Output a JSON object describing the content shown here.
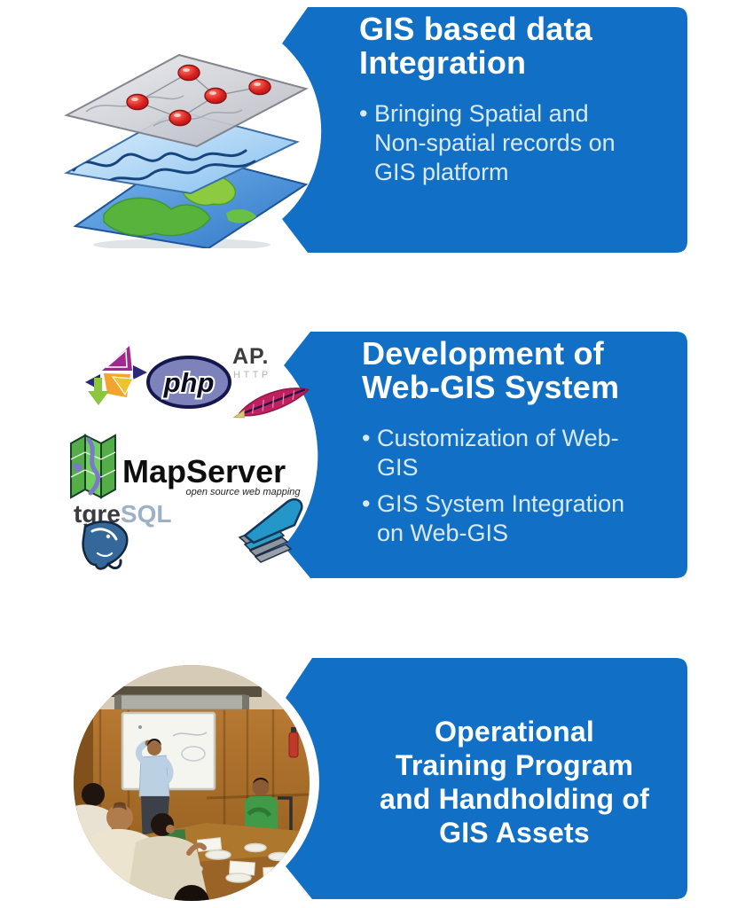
{
  "theme": {
    "banner_color": "#1170C5",
    "title_color": "#FFFFFF",
    "bullet_text_color": "#D8E9F7",
    "background_color": "#FFFFFF",
    "bullet_char": "•"
  },
  "sections": [
    {
      "id": "gis-based-data-integration",
      "title_lines": [
        "GIS based data",
        "Integration"
      ],
      "bullets": [
        {
          "lines": [
            "Bringing Spatial and",
            "Non-spatial records on",
            "GIS platform"
          ]
        }
      ],
      "illustration": "stacked-gis-map-layers-with-red-markers"
    },
    {
      "id": "development-of-web-gis-system",
      "title_lines": [
        "Development of",
        "Web-GIS System"
      ],
      "bullets": [
        {
          "lines": [
            "Customization of Web-",
            "GIS"
          ]
        },
        {
          "lines": [
            "GIS System Integration",
            "on Web-GIS"
          ]
        }
      ],
      "logos": {
        "qgis": "qgis-arrows-logo",
        "php_label": "php",
        "apache_label": "AP.",
        "apache_sublabel": "HTTP",
        "mapserver_label": "MapServer",
        "mapserver_sublabel": "open source web mapping",
        "postgresql_label_dark": "tgre",
        "postgresql_label_light": "SQL",
        "teal_stack": "stacked-sheets-logo"
      }
    },
    {
      "id": "operational-training-program",
      "title_lines": [
        "Operational",
        "Training Program",
        "and Handholding of",
        "GIS Assets"
      ],
      "photo": "classroom-training-session-photo"
    }
  ]
}
